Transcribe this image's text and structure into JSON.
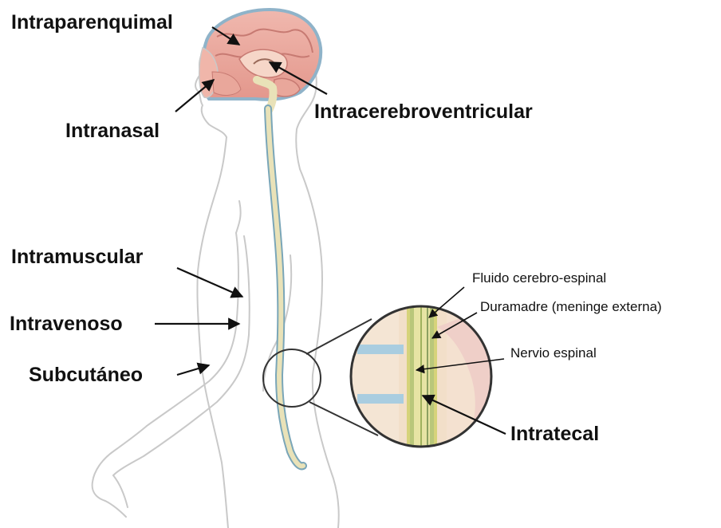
{
  "diagram": {
    "labels": {
      "intraparenquimal": "Intraparenquimal",
      "intranasal": "Intranasal",
      "intracerebroventricular": "Intracerebroventricular",
      "intramuscular": "Intramuscular",
      "intravenoso": "Intravenoso",
      "subcutaneo": "Subcutáneo",
      "fluido": "Fluido cerebro-espinal",
      "duramadre": "Duramadre (meninge externa)",
      "nervio": "Nervio espinal",
      "intratecal": "Intratecal"
    },
    "colors": {
      "outline": "#c9c9c9",
      "brain": "#e8a8a0",
      "brain_dark": "#c77a72",
      "meninges": "#8fb3c9",
      "spinal_cord": "#e9e2b8",
      "cord_edge": "#7aa6b8",
      "skin_inset": "#f2dfc9",
      "nerve_green": "#b9c77a",
      "arrow": "#111111"
    }
  }
}
